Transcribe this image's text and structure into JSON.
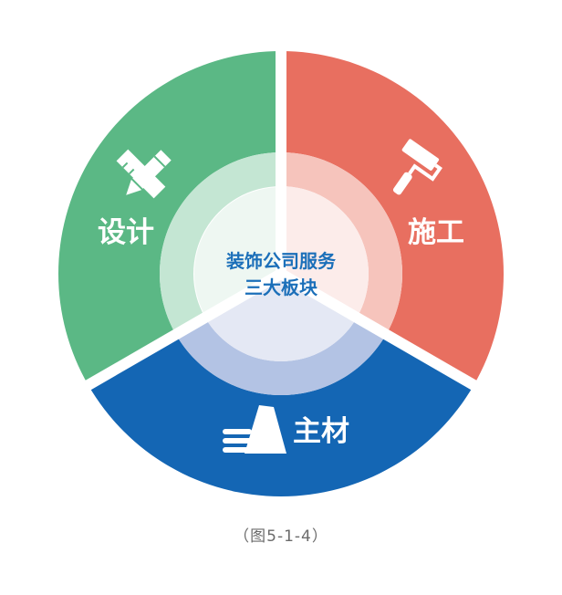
{
  "diagram": {
    "center": {
      "line1": "装饰公司服务",
      "line2": "三大板块"
    },
    "segments": [
      {
        "label": "设计",
        "color": "#5bb885",
        "icon": "ruler-pencil-icon"
      },
      {
        "label": "施工",
        "color": "#e86f60",
        "icon": "paint-roller-icon"
      },
      {
        "label": "主材",
        "color": "#1466b4",
        "icon": "thumbs-up-icon"
      }
    ],
    "center_text_color": "#1b6fb9"
  },
  "caption": "（图5-1-4）"
}
